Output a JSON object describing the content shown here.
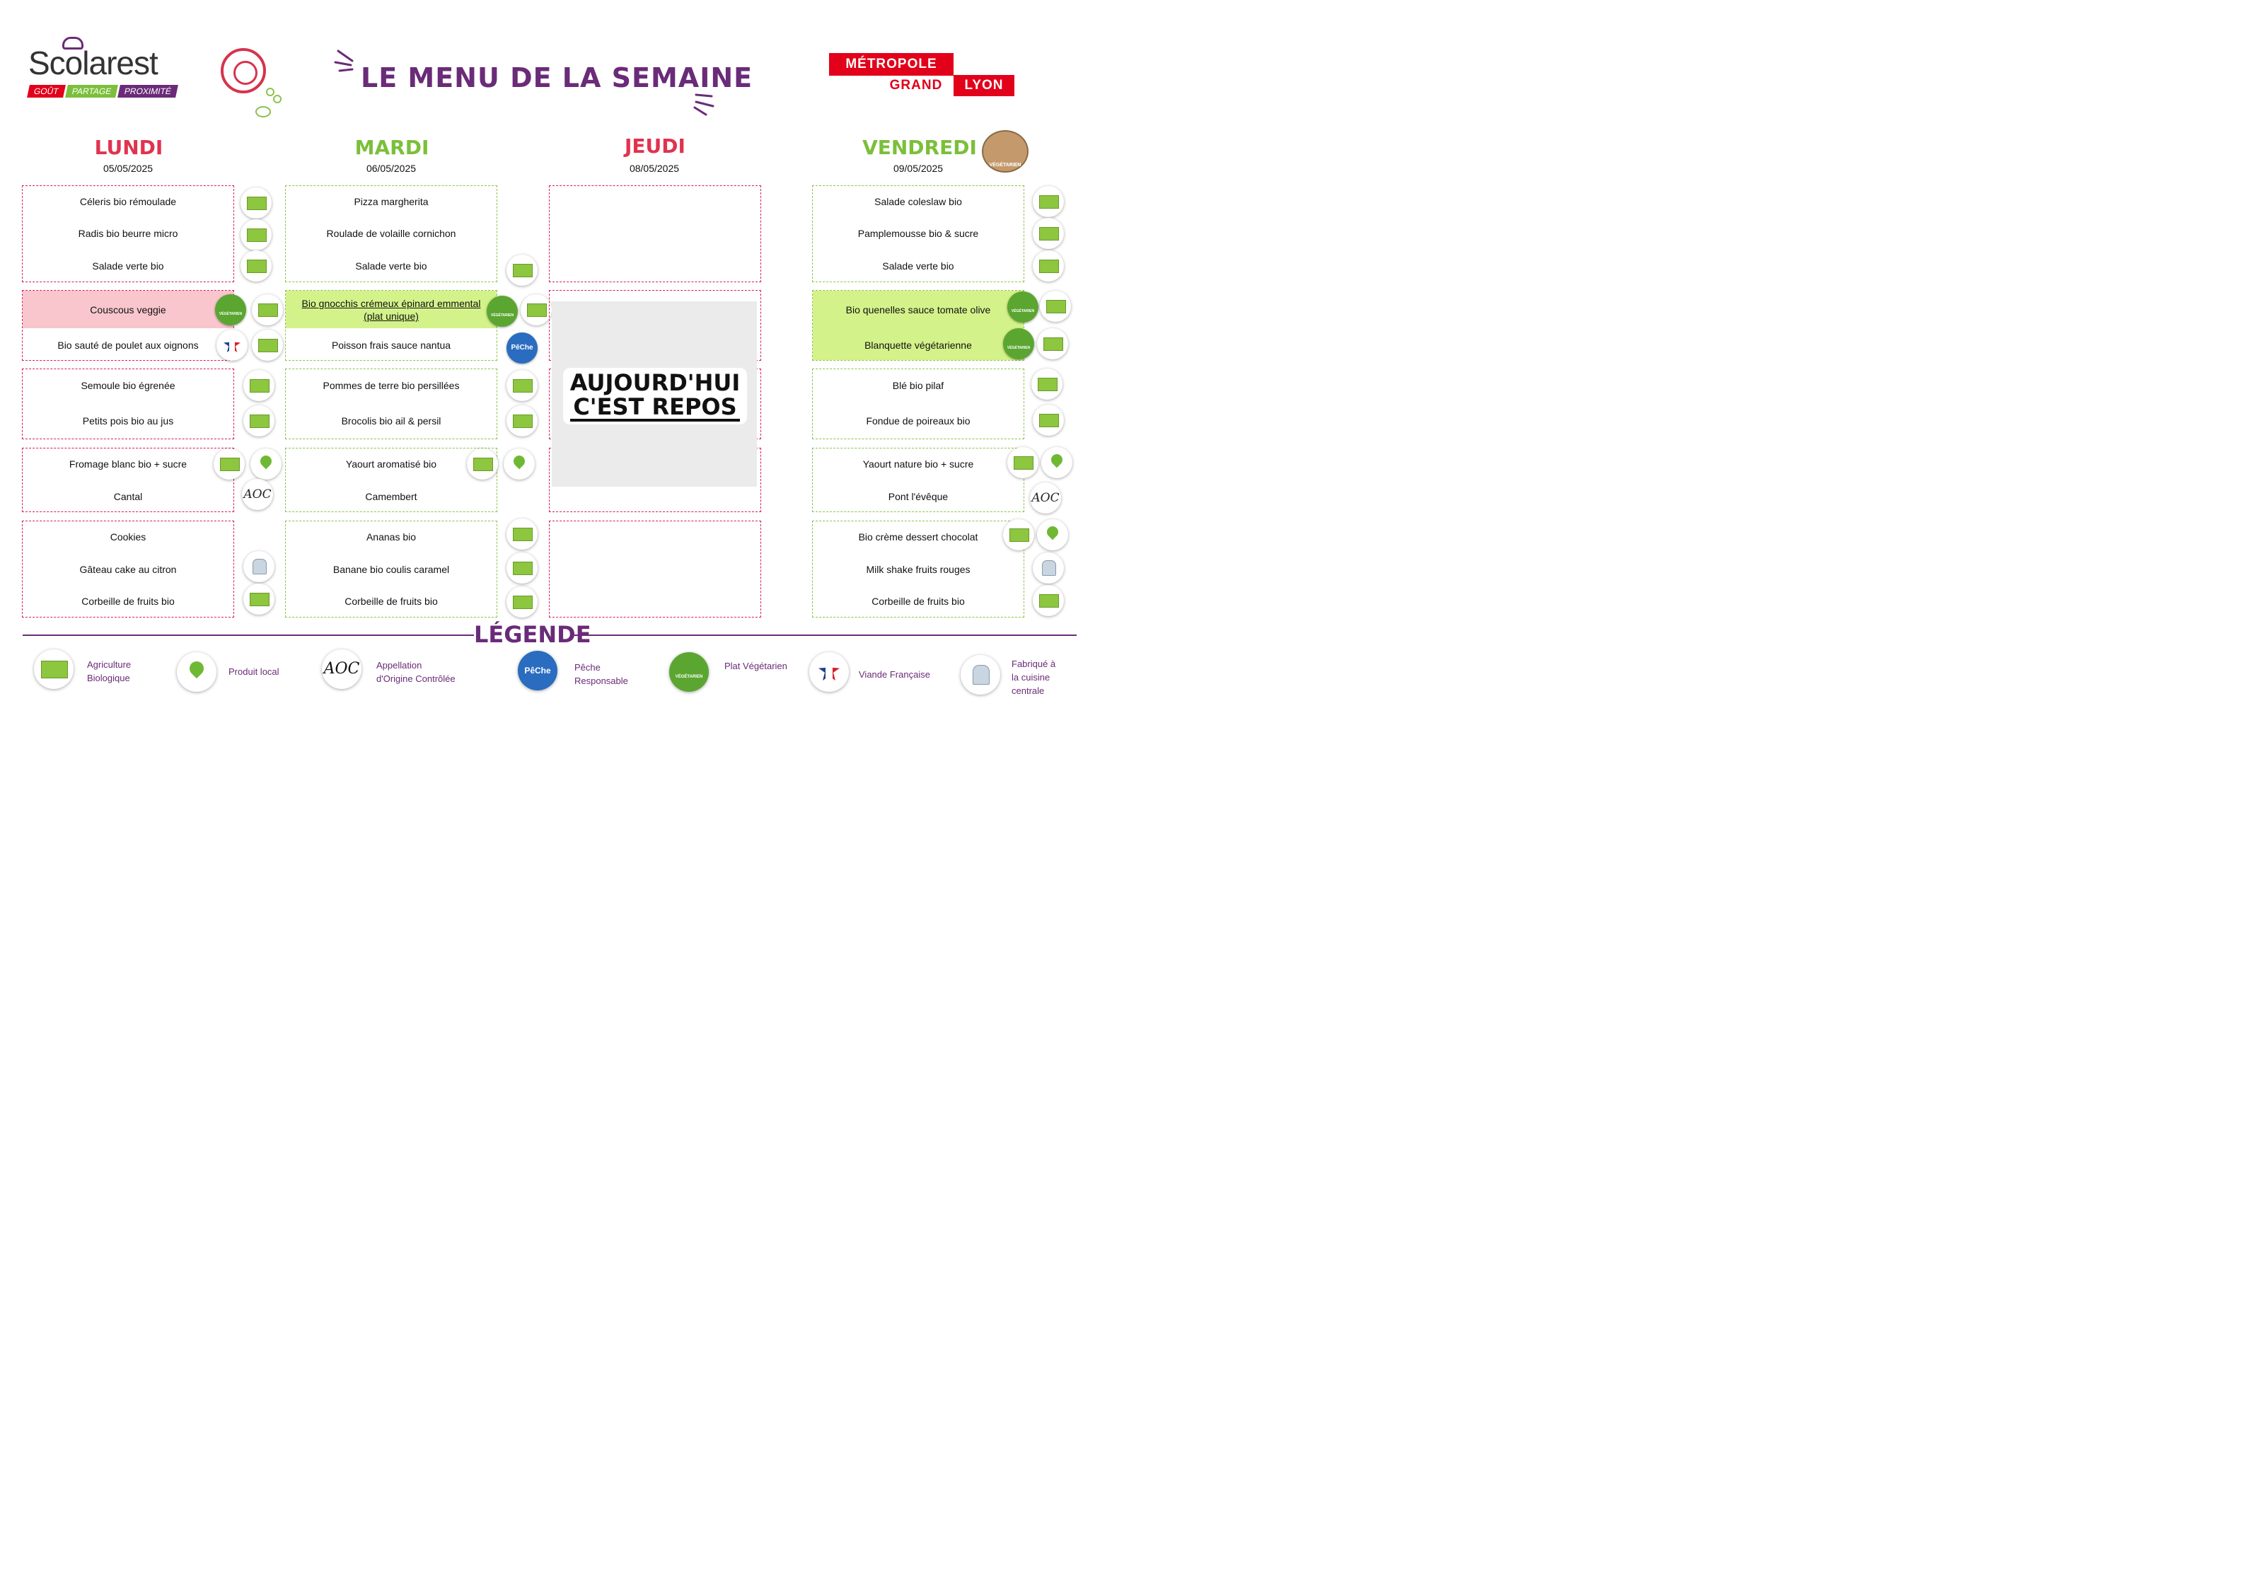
{
  "header": {
    "brand": "Scolarest",
    "tagline": [
      "GOÛT",
      "PARTAGE",
      "PROXIMITÉ"
    ],
    "title": "LE MENU DE LA SEMAINE",
    "partner": [
      "MÉTROPOLE",
      "GRAND",
      "LYON"
    ],
    "veg_badge": "VÉGÉTARIEN"
  },
  "colors": {
    "purple": "#6a2b78",
    "pink": "#d81b60",
    "green": "#8bc34a",
    "red": "#e2001a"
  },
  "days": [
    {
      "name": "LUNDI",
      "date": "05/05/2025",
      "color": "#e0334f"
    },
    {
      "name": "MARDI",
      "date": "06/05/2025",
      "color": "#7bbf3a"
    },
    {
      "name": "JEUDI",
      "date": "08/05/2025",
      "color": "#e0334f"
    },
    {
      "name": "VENDREDI",
      "date": "09/05/2025",
      "color": "#7bbf3a"
    }
  ],
  "lundi": {
    "starters": [
      "Céleris bio rémoulade",
      "Radis bio beurre micro",
      "Salade verte bio"
    ],
    "mains": [
      "Couscous veggie",
      "Bio sauté de poulet aux oignons"
    ],
    "sides": [
      "Semoule bio égrenée",
      "Petits pois bio au jus"
    ],
    "dairy": [
      "Fromage blanc bio + sucre",
      "Cantal"
    ],
    "desserts": [
      "Cookies",
      "Gâteau cake au citron",
      "Corbeille de fruits bio"
    ]
  },
  "mardi": {
    "starters": [
      "Pizza margherita",
      "Roulade de volaille cornichon",
      "Salade verte bio"
    ],
    "mains": [
      "Bio gnocchis crémeux épinard emmental",
      "(plat unique)",
      "Poisson frais sauce nantua"
    ],
    "sides": [
      "Pommes de terre bio persillées",
      "Brocolis bio ail & persil"
    ],
    "dairy": [
      "Yaourt aromatisé bio",
      "Camembert"
    ],
    "desserts": [
      "Ananas bio",
      "Banane bio coulis caramel",
      "Corbeille de fruits bio"
    ]
  },
  "jeudi": {
    "closed": [
      "AUJOURD'HUI",
      "C'EST REPOS"
    ]
  },
  "vendredi": {
    "starters": [
      "Salade coleslaw bio",
      "Pamplemousse bio & sucre",
      "Salade verte bio"
    ],
    "mains": [
      "Bio quenelles sauce tomate olive",
      "Blanquette végétarienne"
    ],
    "sides": [
      "Blé bio pilaf",
      "Fondue de poireaux bio"
    ],
    "dairy": [
      "Yaourt nature bio + sucre",
      "Pont l'évêque"
    ],
    "desserts": [
      "Bio crème dessert chocolat",
      "Milk shake fruits rouges",
      "Corbeille de fruits bio"
    ]
  },
  "icon_text": {
    "aoc": "AOC",
    "fish": "PêChe"
  },
  "legend": {
    "title": "LÉGENDE",
    "items": [
      {
        "icon": "organic-label-icon",
        "label": [
          "Agriculture",
          "Biologique"
        ]
      },
      {
        "icon": "local-pin-icon",
        "label": [
          "Produit local"
        ]
      },
      {
        "icon": "aoc-icon",
        "label": [
          "Appellation",
          "d'Origine Contrôlée"
        ]
      },
      {
        "icon": "responsible-fishing-icon",
        "label": [
          "Pêche",
          "Responsable"
        ]
      },
      {
        "icon": "vegetarian-icon",
        "label": [
          "Plat Végétarien"
        ]
      },
      {
        "icon": "french-meat-icon",
        "label": [
          "Viande Française"
        ]
      },
      {
        "icon": "chef-hat-icon",
        "label": [
          "Fabriqué à",
          "la cuisine",
          "centrale"
        ]
      }
    ]
  }
}
